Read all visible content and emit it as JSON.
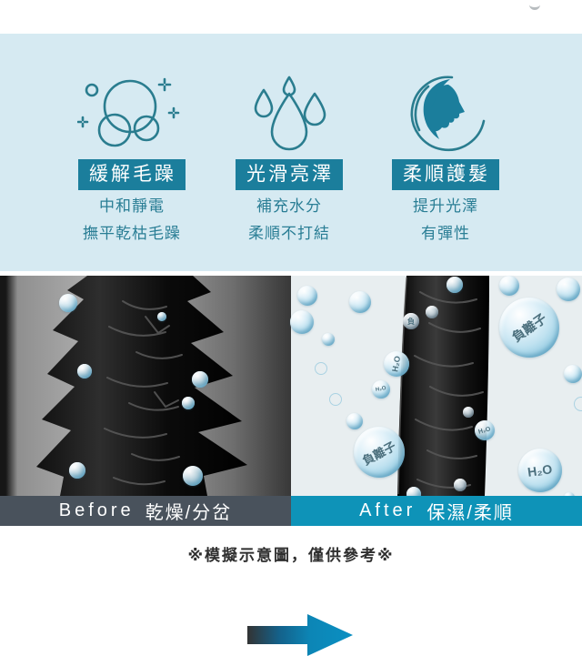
{
  "meta": {
    "kind": "haircare-product-infographic"
  },
  "features": {
    "background_color": "#d6eaf2",
    "accent_color": "#1b7e9c",
    "text_color": "#2a7e95",
    "items": [
      {
        "icon": "bubbles-icon",
        "badge": "緩解毛躁",
        "lines": [
          "中和靜電",
          "撫平乾枯毛躁"
        ]
      },
      {
        "icon": "water-drops-icon",
        "badge": "光滑亮澤",
        "lines": [
          "補充水分",
          "柔順不打結"
        ]
      },
      {
        "icon": "face-with-hair-icon",
        "badge": "柔順護髮",
        "lines": [
          "提升光澤",
          "有彈性"
        ]
      }
    ]
  },
  "comparison": {
    "before": {
      "label_en": "Before",
      "label_zh": "乾燥/分岔",
      "bar_color": "#49525c"
    },
    "after": {
      "label_en": "After",
      "label_zh": "保濕/柔順",
      "bar_color": "#0e93b8"
    },
    "arrow_color": "#0c86b6",
    "bubble_labels": {
      "negative_ion": "負離子",
      "water": "H₂O",
      "ion_short": "負"
    }
  },
  "disclaimer": "※模擬示意圖，僅供參考※"
}
